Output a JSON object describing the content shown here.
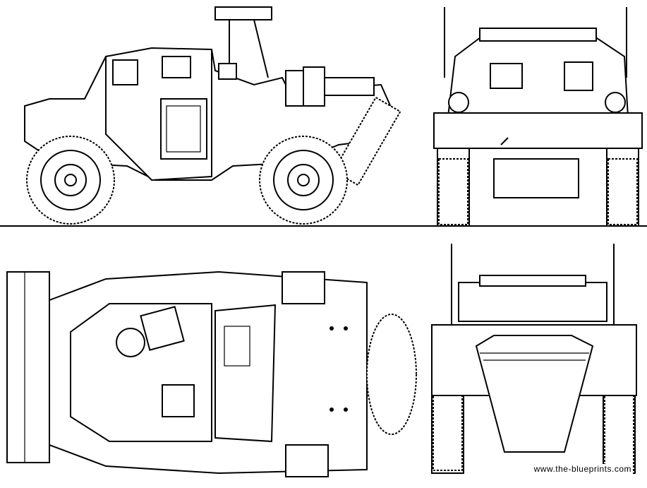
{
  "watermark": "www.the-blueprints.com",
  "views": [
    "side",
    "front",
    "top",
    "rear"
  ]
}
